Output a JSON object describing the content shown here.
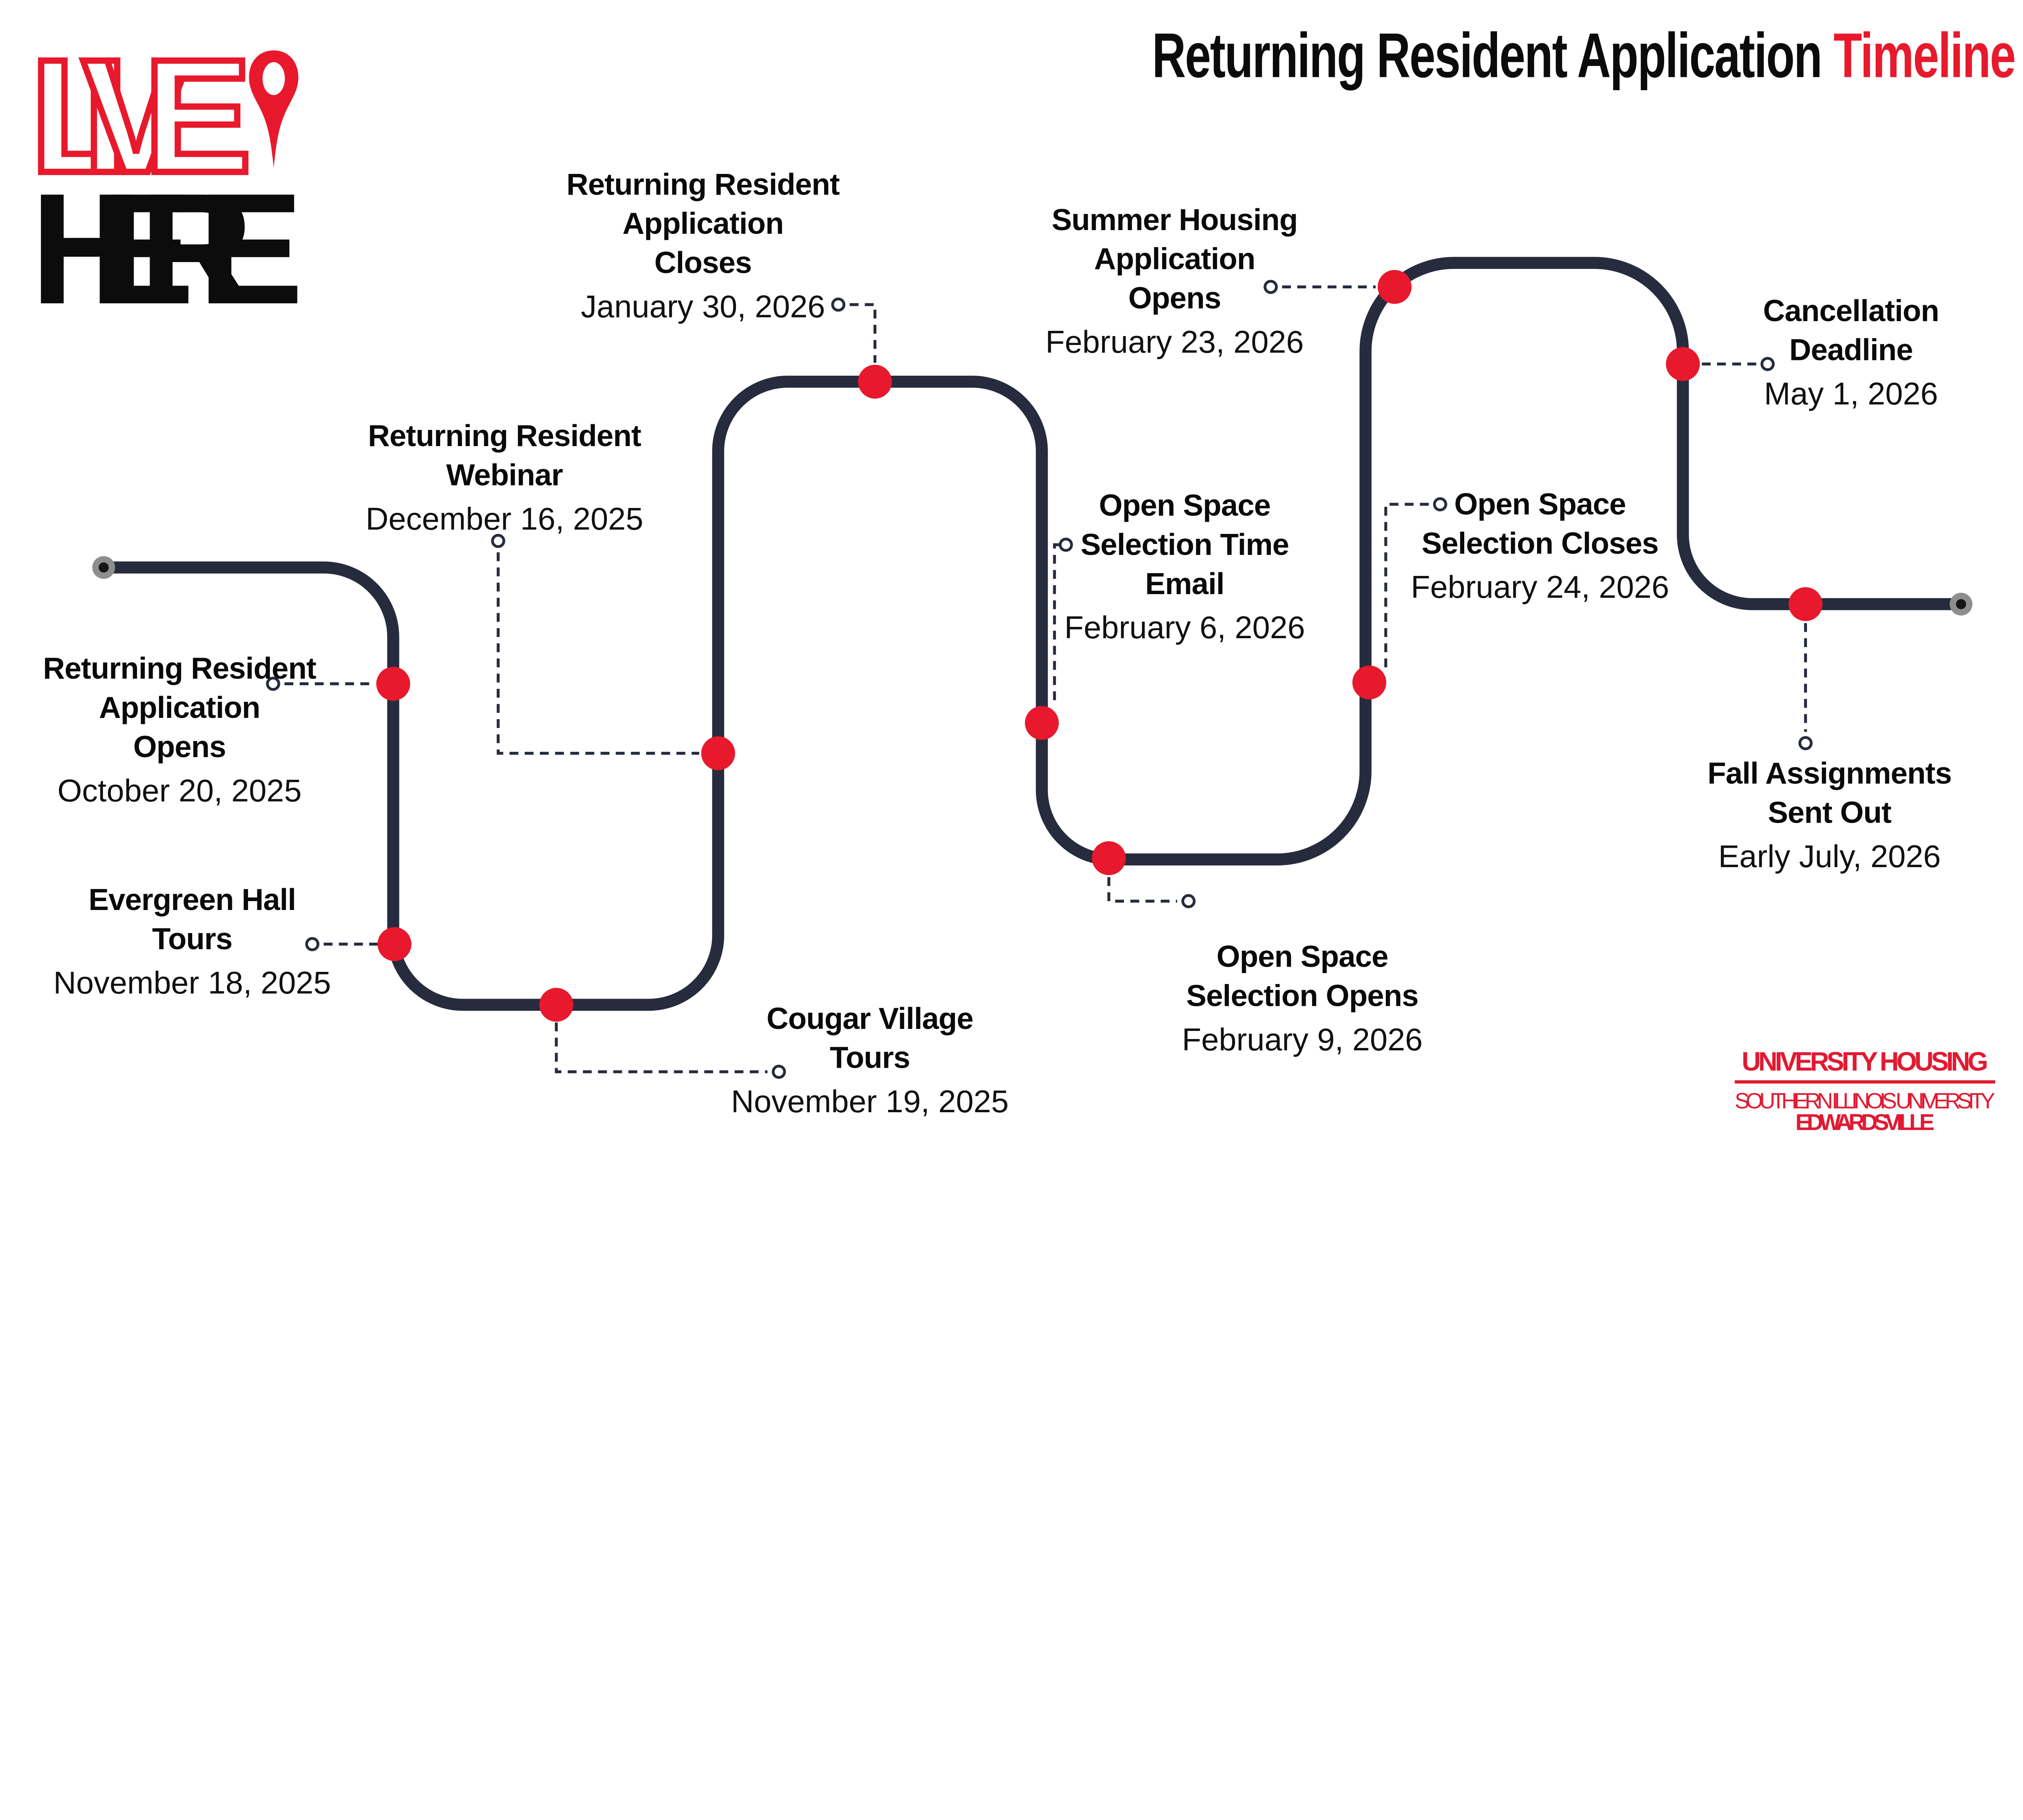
{
  "logo": {
    "live": "LIVE",
    "here": "HERE"
  },
  "title": {
    "main": "Returning Resident Application",
    "accent": "Timeline"
  },
  "events": [
    {
      "id": "application-opens",
      "lines": [
        "Returning Resident",
        "Application",
        "Opens"
      ],
      "date": "October 20, 2025"
    },
    {
      "id": "evergreen-tours",
      "lines": [
        "Evergreen Hall",
        "Tours"
      ],
      "date": "November 18, 2025"
    },
    {
      "id": "cougar-tours",
      "lines": [
        "Cougar Village",
        "Tours"
      ],
      "date": "November 19, 2025"
    },
    {
      "id": "webinar",
      "lines": [
        "Returning Resident",
        "Webinar"
      ],
      "date": "December 16, 2025"
    },
    {
      "id": "application-closes",
      "lines": [
        "Returning Resident",
        "Application",
        "Closes"
      ],
      "date": "January 30, 2026"
    },
    {
      "id": "selection-time-email",
      "lines": [
        "Open Space",
        "Selection Time",
        "Email"
      ],
      "date": "February 6, 2026"
    },
    {
      "id": "selection-opens",
      "lines": [
        "Open Space",
        "Selection Opens"
      ],
      "date": "February 9, 2026"
    },
    {
      "id": "summer-housing-opens",
      "lines": [
        "Summer Housing",
        "Application",
        "Opens"
      ],
      "date": "February 23, 2026"
    },
    {
      "id": "selection-closes",
      "lines": [
        "Open Space",
        "Selection Closes"
      ],
      "date": "February 24, 2026"
    },
    {
      "id": "cancellation-deadline",
      "lines": [
        "Cancellation",
        "Deadline"
      ],
      "date": "May 1, 2026"
    },
    {
      "id": "fall-assignments",
      "lines": [
        "Fall Assignments",
        "Sent Out"
      ],
      "date": "Early July, 2026"
    }
  ],
  "branding": {
    "department": "UNIVERSITY HOUSING",
    "university": "SOUTHERN ILLINOIS UNIVERSITY",
    "campus": "EDWARDSVILLE"
  },
  "colors": {
    "ink": "#262c3d",
    "red": "#e8192c",
    "brand": "#e11a32",
    "gray": "#8e8e8e"
  }
}
